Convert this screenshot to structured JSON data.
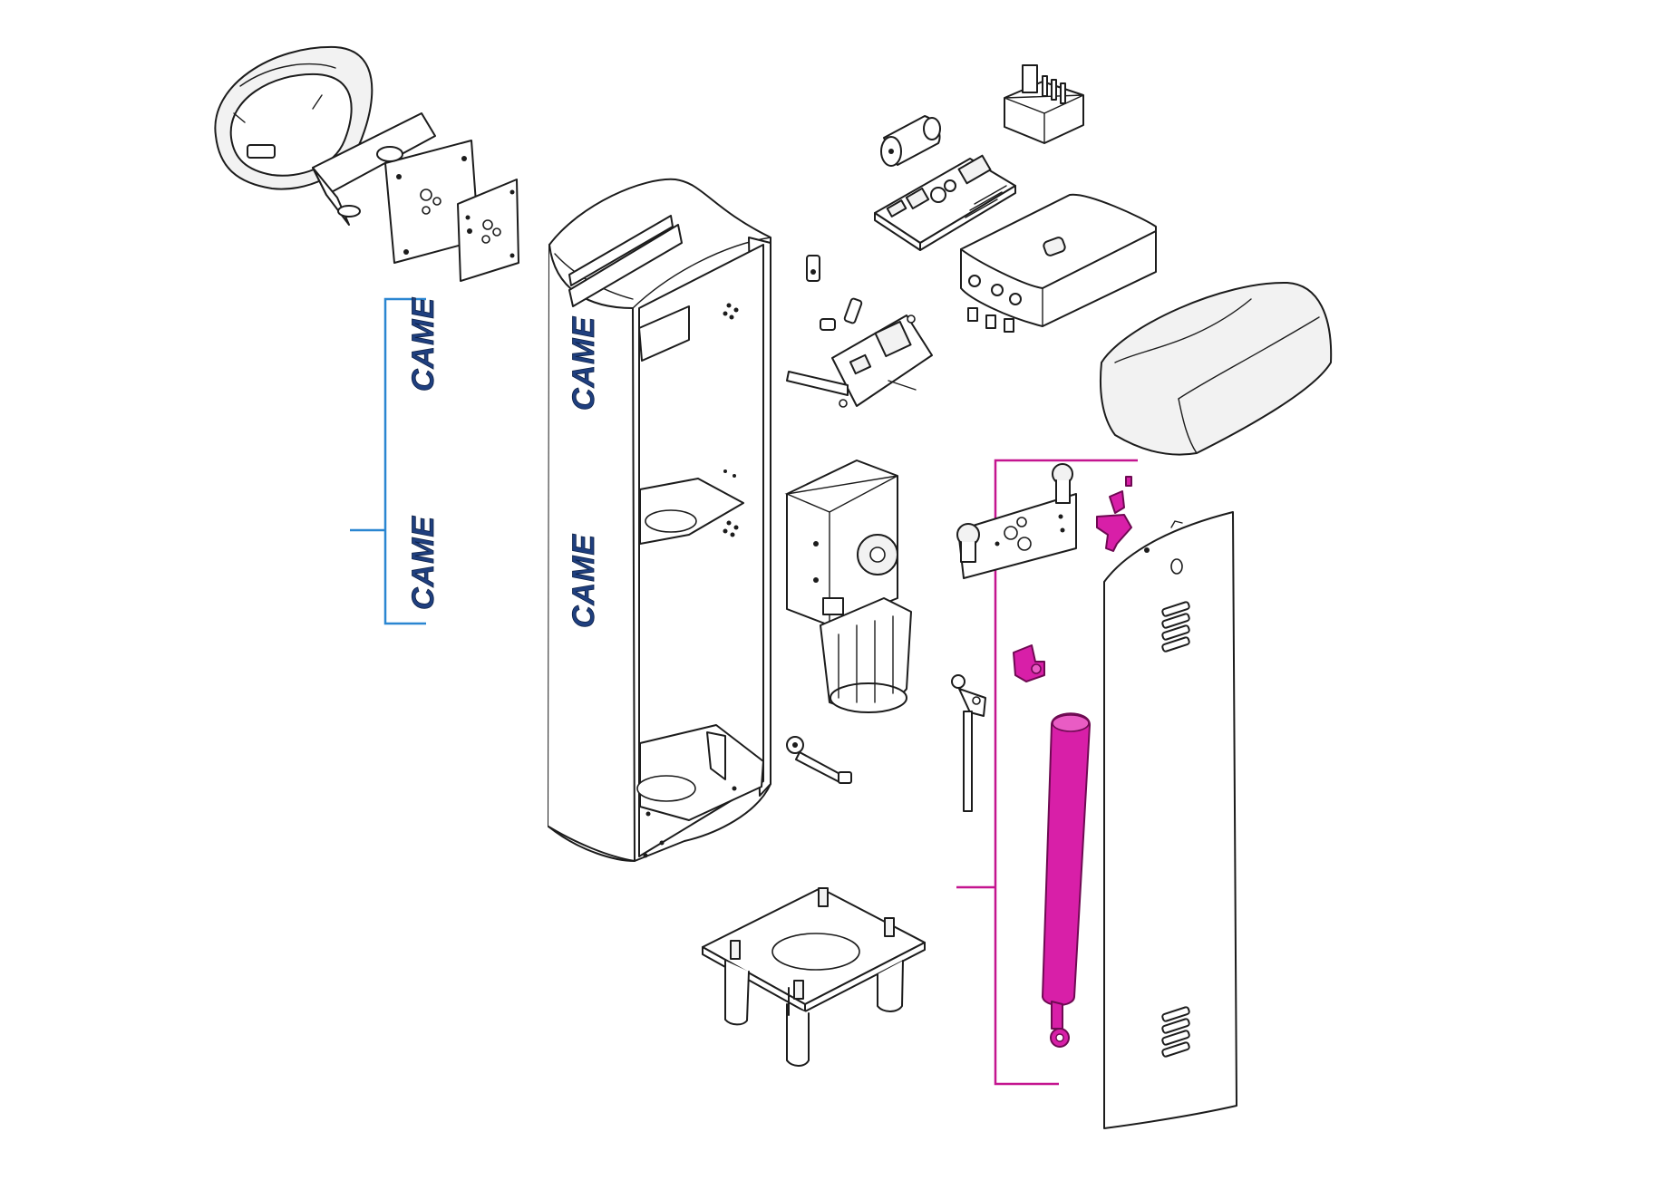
{
  "colors": {
    "line": "#1c1c1c",
    "highlight_magenta": "#d81fa8",
    "brace_blue": "#2a86d1",
    "brace_magenta": "#c4158f",
    "brand_text": "#1f3f7f",
    "background": "#ffffff"
  },
  "brand": {
    "logo_text": "CAME"
  },
  "parts": [
    "cover-cap-assembly",
    "mounting-plates",
    "brand-decal-set",
    "main-cabinet",
    "capacitor",
    "transformer",
    "control-board",
    "control-box",
    "top-cover",
    "limit-switch-assembly",
    "gear-motor",
    "release-shaft",
    "spring-bracket",
    "spring-anchor",
    "balancing-spring",
    "spring-tie-rod",
    "anchor-plate",
    "side-door-panel"
  ]
}
